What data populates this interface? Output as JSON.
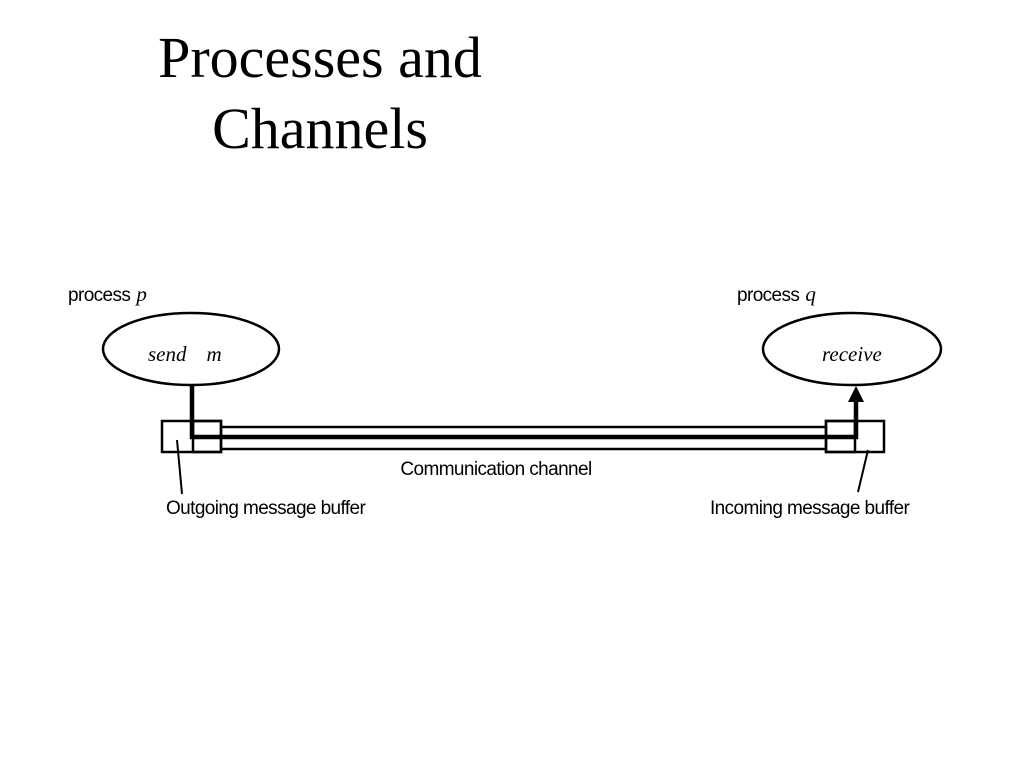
{
  "slide": {
    "title_line1": "Processes and",
    "title_line2": "Channels"
  },
  "diagram": {
    "process_p": {
      "label": "process",
      "var": "p",
      "action": "send",
      "message": "m"
    },
    "process_q": {
      "label": "process",
      "var": "q",
      "action": "receive"
    },
    "channel_label": "Communication channel",
    "outgoing_buffer_label": "Outgoing message buffer",
    "incoming_buffer_label": "Incoming message buffer"
  }
}
